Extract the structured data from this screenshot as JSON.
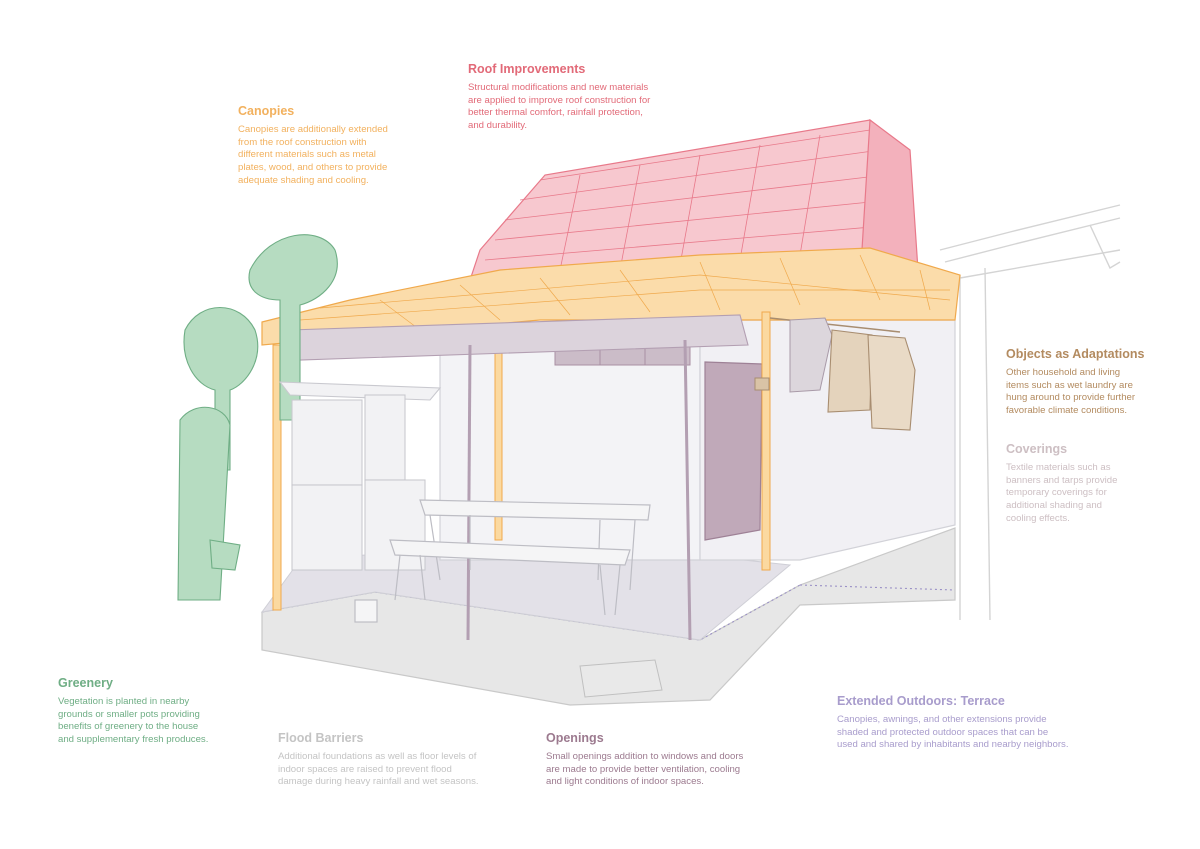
{
  "annotations": {
    "roof": {
      "title": "Roof Improvements",
      "color": "#e26a78",
      "lines": [
        "Structural modifications and new materials",
        "are applied to improve roof construction for",
        "better thermal comfort, rainfall protection,",
        "and durability."
      ]
    },
    "canopies": {
      "title": "Canopies",
      "color": "#f2b15e",
      "lines": [
        "Canopies are additionally extended",
        "from the roof construction with",
        "different materials such as metal",
        "plates, wood, and others to provide",
        "adequate shading and cooling."
      ]
    },
    "objects": {
      "title": "Objects as Adaptations",
      "color": "#b38b60",
      "lines": [
        "Other household and living",
        "items such as wet laundry are",
        "hung around to provide further",
        "favorable climate conditions."
      ]
    },
    "coverings": {
      "title": "Coverings",
      "color": "#cdbfc3",
      "lines": [
        "Textile materials such as",
        "banners and tarps provide",
        "temporary coverings for",
        "additional shading and",
        "cooling effects."
      ]
    },
    "greenery": {
      "title": "Greenery",
      "color": "#6fae85",
      "lines": [
        "Vegetation is planted in nearby",
        "grounds or smaller pots providing",
        "benefits of greenery to the house",
        "and supplementary fresh produces."
      ]
    },
    "flood": {
      "title": "Flood Barriers",
      "color": "#c4c4c4",
      "lines": [
        "Additional foundations as well as floor levels of",
        "indoor spaces are raised to prevent flood",
        "damage during heavy rainfall and wet seasons."
      ]
    },
    "openings": {
      "title": "Openings",
      "color": "#9c7a8f",
      "lines": [
        "Small openings addition to windows and doors",
        "are made to provide better ventilation, cooling",
        "and light conditions of indoor spaces."
      ]
    },
    "terrace": {
      "title": "Extended Outdoors: Terrace",
      "color": "#a89ccc",
      "lines": [
        "Canopies, awnings, and other extensions provide",
        "shaded and protected outdoor spaces that can be",
        "used and shared by inhabitants and nearby neighbors."
      ]
    }
  }
}
